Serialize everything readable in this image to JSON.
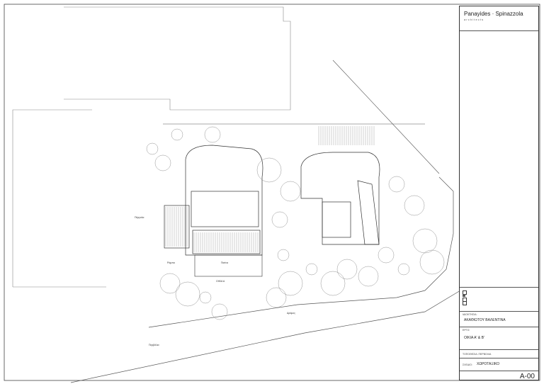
{
  "firm": {
    "name": "Panayides · Spinazzola",
    "subtitle": "a r c h i t e c t s"
  },
  "legend": [
    {
      "symbol": "empty-square"
    },
    {
      "symbol": "filled-square"
    },
    {
      "symbol": "empty-square"
    },
    {
      "symbol": "empty-square"
    }
  ],
  "title_block": {
    "owner_label": "ΙΔΙΟΚΤΗΣΙΑ:",
    "owner": "ΑΚΑΘΙΩΤΟΥ ΒΑΛΕΝΤΙΝΑ",
    "project_label": "ΕΡΓΟ:",
    "project": "ΟΙΚΙΑ Α' & Β'",
    "location": "ΤΟΠΟΘΕΣΙΑ: ΠΕΡΒΟΛΙΑ",
    "drawing_label": "ΣΧΕΔΙΟ:",
    "drawing": "ΧΩΡΟΤΑΞΙΚΟ",
    "sheet_no": "A-00"
  },
  "plan_labels": {
    "house_a": "ΟΙΚΙΑ Α",
    "ramp": "Ράμπα",
    "pool": "Πισίνα",
    "road": "Δρόμος",
    "pergola": "Πέργολα",
    "area": "Περβόλια"
  }
}
